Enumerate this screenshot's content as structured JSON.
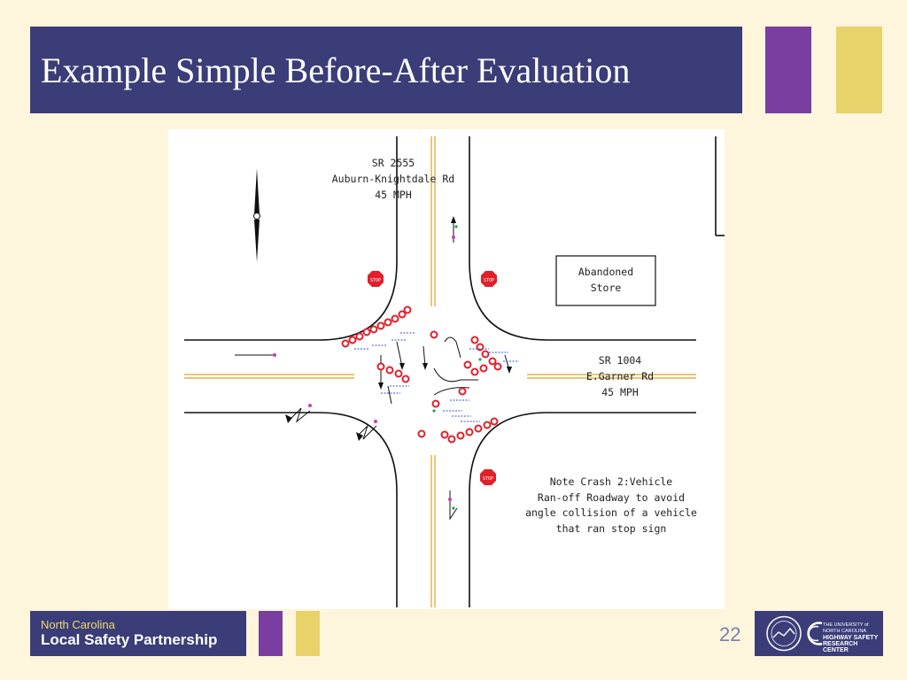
{
  "slide": {
    "title": "Example Simple Before-After Evaluation",
    "page_number": "22"
  },
  "diagram": {
    "north_road": {
      "route": "SR 2555",
      "name": "Auburn-Knightdale Rd",
      "speed": "45 MPH"
    },
    "east_road": {
      "route": "SR 1004",
      "name": "E.Garner Rd",
      "speed": "45 MPH"
    },
    "building": {
      "line1": "Abandoned",
      "line2": "Store"
    },
    "note": {
      "line1": "Note Crash 2:Vehicle",
      "line2": "Ran-off Roadway to avoid",
      "line3": "angle collision of a vehicle",
      "line4": "that ran stop sign"
    },
    "stop_signs": [
      "STOP",
      "STOP",
      "STOP"
    ]
  },
  "footer": {
    "brand_state": "North Carolina",
    "brand_org": "Local Safety Partnership",
    "logo_line1": "THE UNIVERSITY of NORTH CAROLINA",
    "logo_line2": "HIGHWAY SAFETY",
    "logo_line3": "RESEARCH CENTER"
  },
  "colors": {
    "primary": "#3a3d78",
    "purple_accent": "#7a3ea0",
    "yellow_accent": "#e8d26a",
    "background": "#fdf5dc",
    "crash_marker": "#e0202a",
    "center_line": "#d9a520"
  }
}
